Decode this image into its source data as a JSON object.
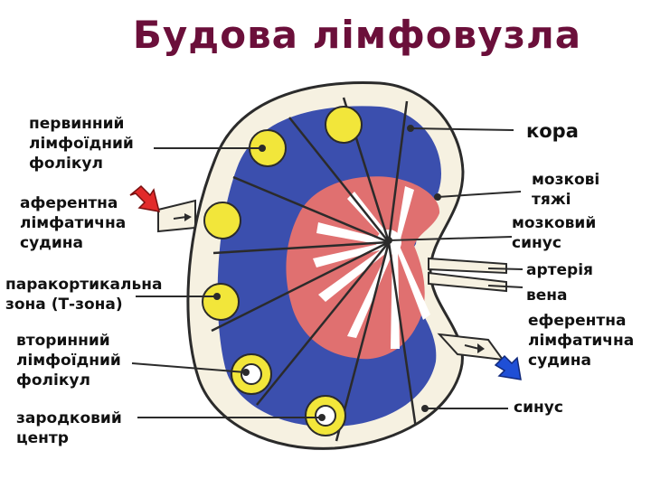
{
  "title": "Будова лімфовузла",
  "colors": {
    "title": "#6b0f3a",
    "cortex": "#3b4fae",
    "medulla": "#e07070",
    "follicle": "#f2e63a",
    "capsule": "#f6f1e1",
    "outline": "#2b2b2b",
    "arrow_red": "#e22a2a",
    "arrow_blue": "#1f4fd6"
  },
  "labels": {
    "primary_follicle": "первинний\nлімфоїдний\nфолікул",
    "afferent_vessel": "аферентна\nлімфатична\nсудина",
    "paracortical_zone": "паракортикальна\nзона (Т-зона)",
    "secondary_follicle": "вторинний\nлімфоїдний\nфолікул",
    "germinal_center": "зародковий\nцентр",
    "cortex": "кора",
    "medullary_cords": "мозкові\nтяжі",
    "medullary_sinus": "мозковий\nсинус",
    "artery": "артерія",
    "vein": "вена",
    "efferent_vessel": "еферентна\nлімфатична\nсудина",
    "sinus": "синус"
  },
  "icons": {
    "afferent_arrow": "red-arrow-icon",
    "efferent_arrow": "blue-arrow-icon"
  }
}
